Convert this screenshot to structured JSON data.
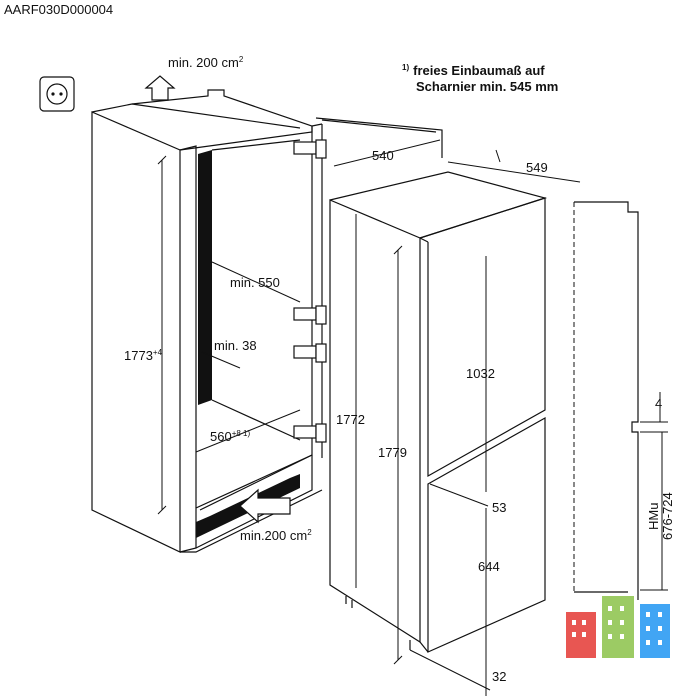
{
  "drawing_code": "AARF030D000004",
  "note": {
    "marker": "1)",
    "line1": "freies Einbaumaß auf",
    "line2": "Scharnier min. 545 mm"
  },
  "labels": {
    "vent_top": "min. 200 cm",
    "vent_bottom": "min.200 cm",
    "vent_exponent": "2",
    "min_depth": "min. 550",
    "min_gap": "min. 38",
    "niche_width": "560",
    "niche_width_sup": "+8 1)",
    "niche_height": "1773",
    "niche_height_sup": "+4",
    "appliance_width": "540",
    "appliance_depth": "549",
    "appliance_height": "1772",
    "appliance_total_height": "1779",
    "upper_door": "1032",
    "door_gap": "53",
    "lower_door": "644",
    "plinth": "32",
    "side_gap": "4",
    "hmu_label": "HMu",
    "hmu_range": "676-724"
  },
  "icons": {
    "socket": "power-socket-icon",
    "arrows": "air-flow-arrow-icon",
    "logos": "building-logo-icon"
  },
  "colors": {
    "logo_red": "#e53935",
    "logo_green": "#8bc34a",
    "logo_blue": "#2196f3"
  }
}
